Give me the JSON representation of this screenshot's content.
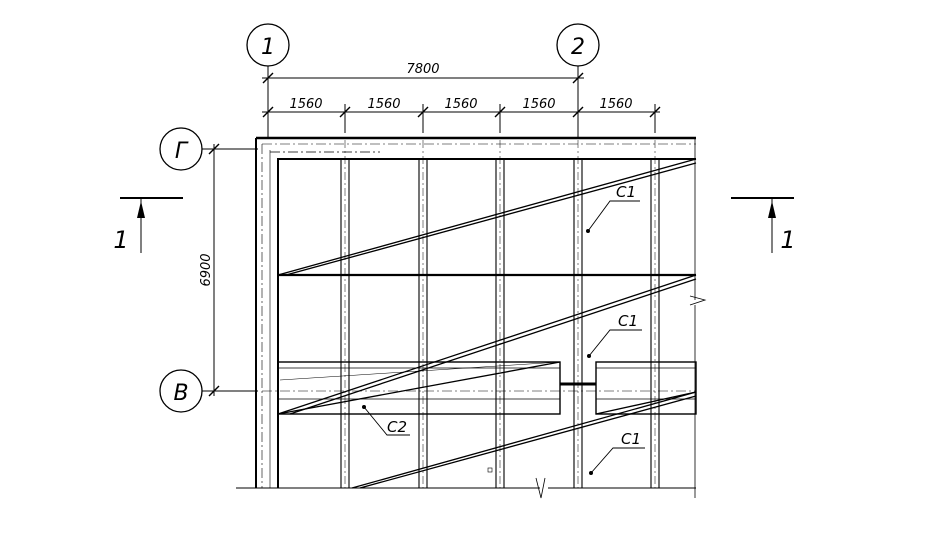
{
  "axes": {
    "col1": "1",
    "col2": "2",
    "rowG": "Г",
    "rowV": "В"
  },
  "dimensions": {
    "overall_width": "7800",
    "spans": [
      "1560",
      "1560",
      "1560",
      "1560",
      "1560"
    ],
    "height": "6900"
  },
  "section": {
    "left": "1",
    "right": "1"
  },
  "marks": {
    "c1_top": "С1",
    "c1_mid": "С1",
    "c1_bottom": "С1",
    "c2": "С2"
  }
}
